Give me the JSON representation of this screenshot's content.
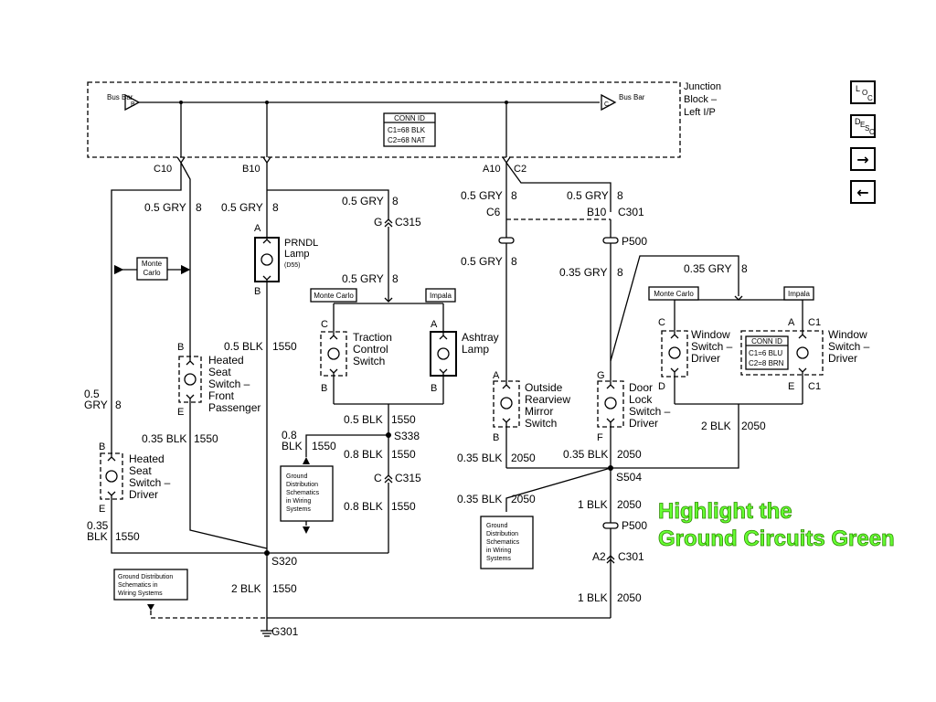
{
  "junction_block": {
    "title_line1": "Junction",
    "title_line2": "Block –",
    "title_line3": "Left I/P",
    "bus_left": "Bus Bar",
    "bus_right": "Bus Bar",
    "bus_letter_left": "B",
    "bus_letter_right": "C",
    "conn_id_title": "CONN ID",
    "conn_id_c1": "C1=68 BLK",
    "conn_id_c2": "C2=68 NAT"
  },
  "terminals": {
    "c10": "C10",
    "b10": "B10",
    "a10": "A10",
    "c2": "C2"
  },
  "wires": {
    "w1": "0.5 GRY",
    "n1": "8",
    "w2": "0.5 GRY",
    "n2": "8",
    "w3": "0.5 GRY",
    "n3": "8",
    "w4": "0.5 GRY",
    "n4": "8",
    "w5": "0.5 GRY",
    "n5": "8",
    "w6": "0.5 GRY",
    "n6": "8",
    "w7": "0.5 GRY",
    "n7": "8",
    "w8": "0.35 GRY",
    "n8": "8",
    "w9": "0.35 GRY",
    "n9": "8",
    "w10a": "0.5",
    "w10b": "GRY",
    "n10": "8",
    "w11": "0.5 BLK",
    "n11": "1550",
    "w12": "0.35 BLK",
    "n12": "1550",
    "w13": "0.5 BLK",
    "n13": "1550",
    "w14a": "0.8",
    "w14b": "BLK",
    "n14": "1550",
    "w15": "0.8 BLK",
    "n15": "1550",
    "w16": "0.8 BLK",
    "n16": "1550",
    "w17a": "0.35",
    "w17b": "BLK",
    "n17": "1550",
    "w18": "2 BLK",
    "n18": "1550",
    "w19": "0.35 BLK",
    "n19": "2050",
    "w20": "0.35 BLK",
    "n20": "2050",
    "w21": "2 BLK",
    "n21": "2050",
    "w22": "0.35 BLK",
    "n22": "2050",
    "w23": "1 BLK",
    "n23": "2050",
    "w24": "1 BLK",
    "n24": "2050"
  },
  "connectors": {
    "g_c315": "G",
    "c315a": "C315",
    "c6": "C6",
    "b10b": "B10",
    "c301a": "C301",
    "p500a": "P500",
    "p500b": "P500",
    "c_c315": "C",
    "c315b": "C315",
    "a2": "A2",
    "c301b": "C301"
  },
  "splices": {
    "s338": "S338",
    "s320": "S320",
    "s504": "S504",
    "g301": "G301"
  },
  "components": {
    "prndl_a": "A",
    "prndl_b": "B",
    "prndl_l1": "PRNDL",
    "prndl_l2": "Lamp",
    "prndl_l3": "(D55)",
    "hssf_b": "B",
    "hssf_e": "E",
    "hssf_l1": "Heated",
    "hssf_l2": "Seat",
    "hssf_l3": "Switch –",
    "hssf_l4": "Front",
    "hssf_l5": "Passenger",
    "hssd_b": "B",
    "hssd_e": "E",
    "hssd_l1": "Heated",
    "hssd_l2": "Seat",
    "hssd_l3": "Switch –",
    "hssd_l4": "Driver",
    "tcs_c": "C",
    "tcs_b": "B",
    "tcs_l1": "Traction",
    "tcs_l2": "Control",
    "tcs_l3": "Switch",
    "ash_a": "A",
    "ash_b": "B",
    "ash_l1": "Ashtray",
    "ash_l2": "Lamp",
    "orm_a": "A",
    "orm_b": "B",
    "orm_l1": "Outside",
    "orm_l2": "Rearview",
    "orm_l3": "Mirror",
    "orm_l4": "Switch",
    "dls_g": "G",
    "dls_f": "F",
    "dls_l1": "Door",
    "dls_l2": "Lock",
    "dls_l3": "Switch –",
    "dls_l4": "Driver",
    "wsa_c": "C",
    "wsa_d": "D",
    "wsa_l1": "Window",
    "wsa_l2": "Switch –",
    "wsa_l3": "Driver",
    "wsb_a": "A",
    "wsb_c1a": "C1",
    "wsb_e": "E",
    "wsb_c1b": "C1",
    "wsb_l1": "Window",
    "wsb_l2": "Switch –",
    "wsb_l3": "Driver",
    "conn2_title": "CONN ID",
    "conn2_c1": "C1=6 BLU",
    "conn2_c2": "C2=8 BRN"
  },
  "tags": {
    "monte_carlo_1a": "Monte",
    "monte_carlo_1b": "Carlo",
    "monte_carlo_2": "Monte Carlo",
    "impala_2": "Impala",
    "monte_carlo_3": "Monte Carlo",
    "impala_3": "Impala"
  },
  "ground_notes": {
    "g1": [
      "Ground",
      "Distribution",
      "Schematics",
      "in Wiring",
      "Systems"
    ],
    "g2": [
      "Ground",
      "Distribution",
      "Schematics",
      "in Wiring",
      "Systems"
    ],
    "g3": [
      "Ground Distribution",
      "Schematics in",
      "Wiring Systems"
    ]
  },
  "nav": {
    "loc_main": "L",
    "loc_a": "O",
    "loc_b": "C",
    "desc_main": "D",
    "desc_a": "E",
    "desc_b": "S",
    "desc_c": "C",
    "next": "→",
    "prev": "←"
  },
  "highlight": {
    "line1": "Highlight the",
    "line2": "Ground Circuits Green",
    "color": "#66ff33"
  }
}
